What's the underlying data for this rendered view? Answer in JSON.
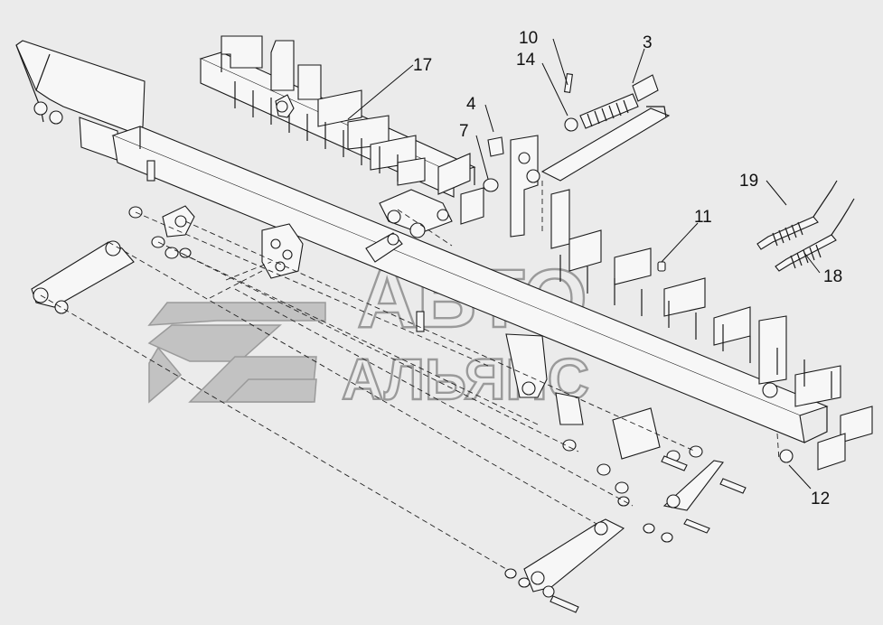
{
  "callouts": [
    {
      "id": "c3",
      "label": "3"
    },
    {
      "id": "c4",
      "label": "4"
    },
    {
      "id": "c7",
      "label": "7"
    },
    {
      "id": "c10",
      "label": "10"
    },
    {
      "id": "c11",
      "label": "11"
    },
    {
      "id": "c12",
      "label": "12"
    },
    {
      "id": "c14",
      "label": "14"
    },
    {
      "id": "c17",
      "label": "17"
    },
    {
      "id": "c18",
      "label": "18"
    },
    {
      "id": "c19",
      "label": "19"
    }
  ],
  "watermark": {
    "line1": "АВТО",
    "line2": "АЛЬЯНС",
    "logo_icon": "avtoalyans-logo-icon"
  },
  "colors": {
    "background": "#ebebeb",
    "line": "#1a1a1a",
    "watermark": "#9a9a9a"
  }
}
